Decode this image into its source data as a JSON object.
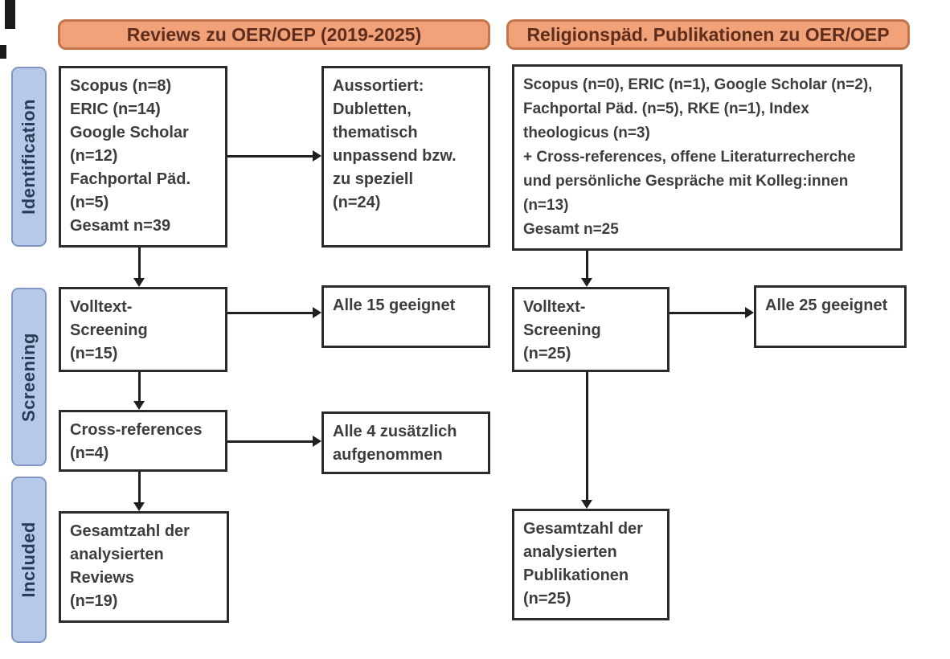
{
  "headers": {
    "left": "Reviews zu OER/OEP (2019-2025)",
    "right": "Religionspäd. Publikationen zu OER/OEP"
  },
  "stage_labels": {
    "identification": "Identification",
    "screening": "Screening",
    "included": "Included"
  },
  "left_flow": {
    "sources": "Scopus (n=8)\nERIC (n=14)\nGoogle Scholar\n(n=12)\nFachportal Päd.\n(n=5)\nGesamt n=39",
    "excluded": "Aussortiert:\nDubletten,\nthematisch\nunpassend bzw.\nzu speziell\n(n=24)",
    "fulltext_screening": "Volltext-\nScreening\n(n=15)",
    "fulltext_result": "Alle 15 geeignet",
    "cross_references": "Cross-references\n(n=4)",
    "cross_references_result": "Alle 4 zusätzlich\naufgenommen",
    "included_total": "Gesamtzahl der\nanalysierten\nReviews\n(n=19)"
  },
  "right_flow": {
    "sources": "Scopus (n=0), ERIC (n=1), Google Scholar (n=2),\nFachportal Päd. (n=5), RKE (n=1), Index\ntheologicus (n=3)\n+ Cross-references, offene Literaturrecherche\nund persönliche Gespräche mit Kolleg:innen\n(n=13)\nGesamt n=25",
    "fulltext_screening": "Volltext-\nScreening\n(n=25)",
    "fulltext_result": "Alle 25 geeignet",
    "included_total": "Gesamtzahl der\nanalysierten\nPublikationen\n(n=25)"
  },
  "colors": {
    "header_fill": "#f1a278",
    "header_border": "#c4754b",
    "header_text": "#5e2d1d",
    "stage_fill": "#b6c9e8",
    "stage_border": "#8195c5",
    "stage_text": "#2b3a55",
    "box_border": "#2b2b2b",
    "box_text": "#3d3d3d",
    "arrow": "#1f1f1f",
    "background": "#ffffff"
  }
}
